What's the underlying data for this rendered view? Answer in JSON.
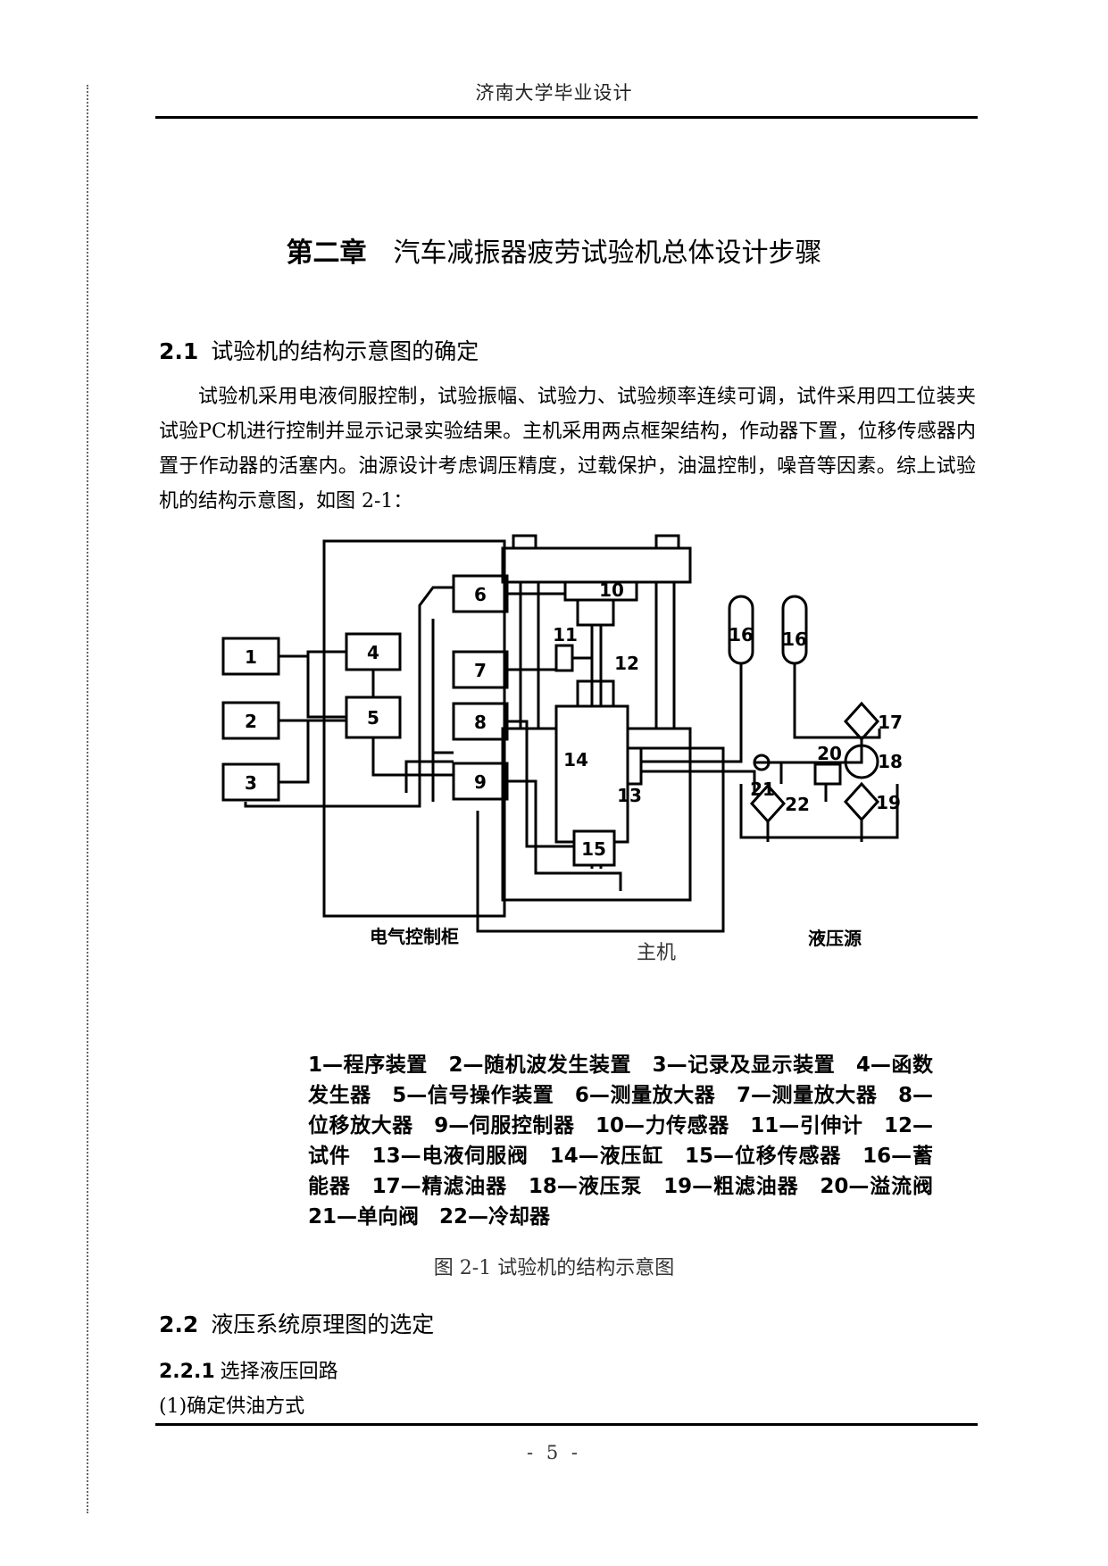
{
  "header": {
    "running_title": "济南大学毕业设计"
  },
  "chapter": {
    "number": "第二章",
    "title": "汽车减振器疲劳试验机总体设计步骤"
  },
  "section_2_1": {
    "number": "2.1",
    "title": "试验机的结构示意图的确定"
  },
  "paragraph": "试验机采用电液伺服控制，试验振幅、试验力、试验频率连续可调，试件采用四工位装夹试验PC机进行控制并显示记录实验结果。主机采用两点框架结构，作动器下置，位移传感器内置于作动器的活塞内。油源设计考虑调压精度，过载保护，油温控制，噪音等因素。综上试验机的结构示意图，如图 2-1：",
  "figure": {
    "labels": {
      "n1": "1",
      "n2": "2",
      "n3": "3",
      "n4": "4",
      "n5": "5",
      "n6": "6",
      "n7": "7",
      "n8": "8",
      "n9": "9",
      "n10": "10",
      "n11": "11",
      "n12": "12",
      "n13": "13",
      "n14": "14",
      "n15": "15",
      "n16a": "16",
      "n16b": "16",
      "n17": "17",
      "n18": "18",
      "n19": "19",
      "n20": "20",
      "n21": "21",
      "n22": "22"
    },
    "cabinet_label": "电气控制柜",
    "main_label": "主机",
    "source_label": "液压源",
    "legend": "1—程序装置　2—随机波发生装置　3—记录及显示装置　4—函数发生器　5—信号操作装置　6—测量放大器　7—测量放大器　8—位移放大器　9—伺服控制器　10—力传感器　11—引伸计　12—试件　13—电液伺服阀　14—液压缸　15—位移传感器　16—蓄能器　17—精滤油器　18—液压泵　19—粗滤油器　20—溢流阀　21—单向阀　22—冷却器",
    "caption": "图 2-1  试验机的结构示意图"
  },
  "section_2_2": {
    "number": "2.2",
    "title": "液压系统原理图的选定"
  },
  "subsection_2_2_1": {
    "number": "2.2.1",
    "title": "选择液压回路"
  },
  "item_1": "(1)确定供油方式",
  "footer": {
    "page": "- 5 -"
  }
}
